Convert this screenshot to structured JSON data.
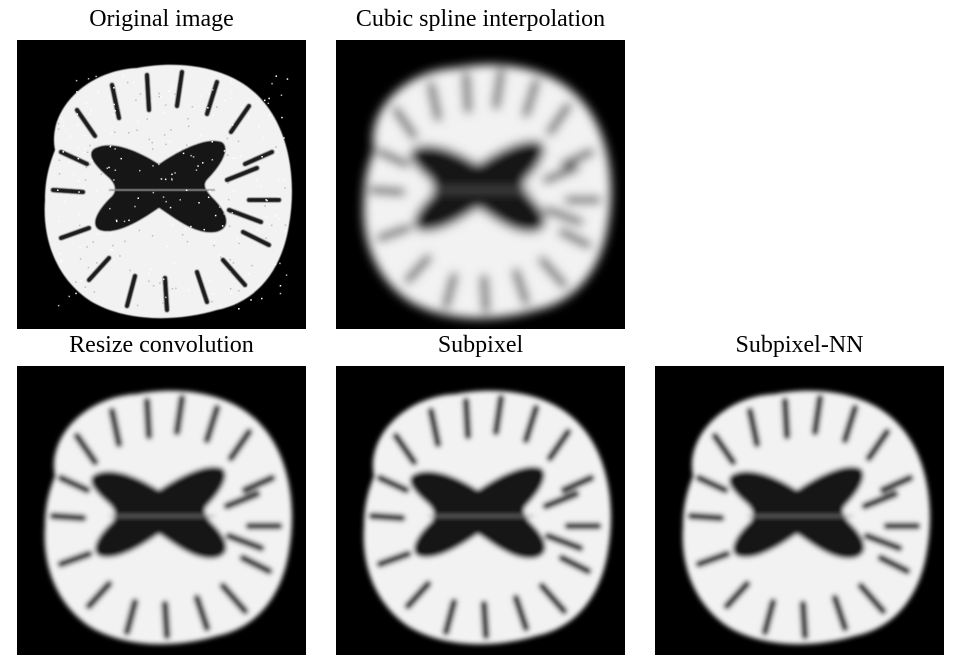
{
  "panels": [
    {
      "id": "original",
      "title": "Original image",
      "style": "sharp"
    },
    {
      "id": "cubic",
      "title": "Cubic spline interpolation",
      "style": "blurry"
    },
    {
      "id": "resize",
      "title": "Resize convolution",
      "style": "smooth"
    },
    {
      "id": "subpixel",
      "title": "Subpixel",
      "style": "smooth"
    },
    {
      "id": "subpixel_nn",
      "title": "Subpixel-NN",
      "style": "smooth"
    }
  ],
  "colors": {
    "background": "#000000",
    "tissue": "#f2f2f2",
    "ventricle": "#141414",
    "title_text": "#000000"
  }
}
